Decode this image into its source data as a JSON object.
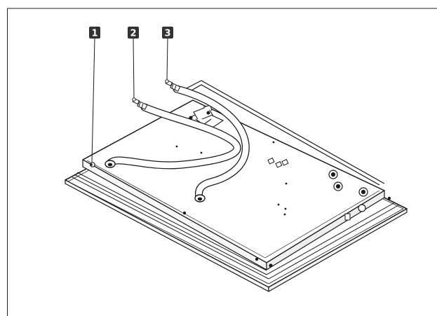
{
  "diagram": {
    "callouts": [
      {
        "label": "1"
      },
      {
        "label": "2"
      },
      {
        "label": "3"
      }
    ],
    "colors": {
      "line": "#1a1a1a",
      "badge": "#333333",
      "badge_text": "#ffffff",
      "background": "#ffffff"
    }
  }
}
